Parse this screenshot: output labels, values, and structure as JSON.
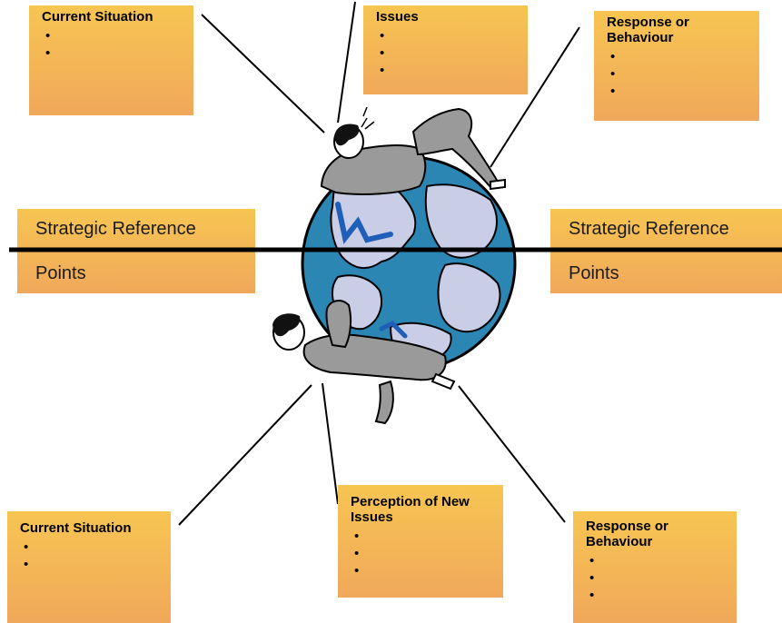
{
  "boxes": {
    "top_left": {
      "title": "Current Situation",
      "bullets": [
        "",
        ""
      ]
    },
    "top_middle": {
      "title": "Issues",
      "bullets": [
        "",
        "",
        ""
      ]
    },
    "top_right": {
      "title": "Response or Behaviour",
      "bullets": [
        "",
        "",
        ""
      ]
    },
    "bottom_left": {
      "title": "Current Situation",
      "bullets": [
        "",
        ""
      ]
    },
    "bottom_middle": {
      "title": "Perception of New Issues",
      "bullets": [
        "",
        "",
        ""
      ]
    },
    "bottom_right": {
      "title": "Response or Behaviour",
      "bullets": [
        "",
        "",
        ""
      ]
    }
  },
  "strategic_left": {
    "line1": "Strategic Reference",
    "line2": "Points"
  },
  "strategic_right": {
    "line1": "Strategic Reference",
    "line2": "Points"
  },
  "colors": {
    "box_top": "#f7c552",
    "box_bottom": "#f0a85a",
    "ocean": "#2c86b4",
    "land": "#c9cde6",
    "suit": "#9a9a9a"
  }
}
